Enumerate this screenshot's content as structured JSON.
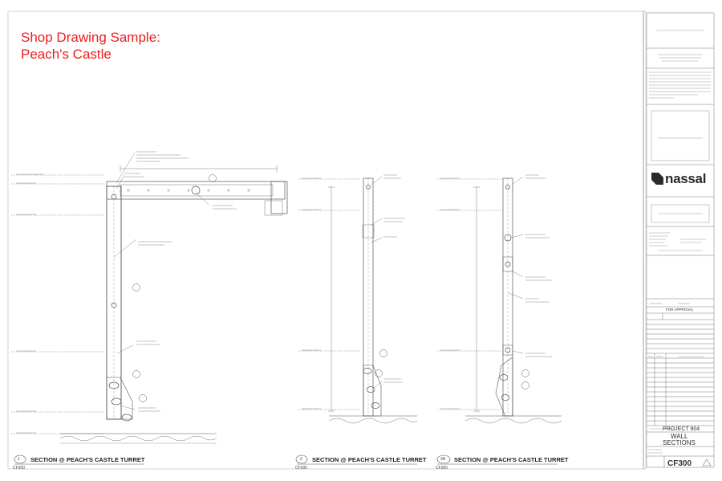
{
  "header": {
    "line1": "Shop Drawing Sample:",
    "line2": "Peach's Castle"
  },
  "sections": [
    {
      "number": "1",
      "title": "SECTION @ PEACH'S CASTLE TURRET",
      "sheet": "CF300"
    },
    {
      "number": "2",
      "title": "SECTION @ PEACH'S CASTLE TURRET",
      "sheet": "CF300"
    },
    {
      "number": "2A",
      "title": "SECTION @ PEACH'S CASTLE TURRET",
      "sheet": "CF300"
    }
  ],
  "title_block": {
    "logo": "nassal",
    "status": "FOR APPROVAL",
    "project": "PROJECT 904",
    "drawing_title_1": "WALL",
    "drawing_title_2": "SECTIONS",
    "sheet_number": "CF300"
  },
  "colors": {
    "header_red": "#ee1c1c",
    "line": "#555555",
    "grid": "#999999"
  }
}
